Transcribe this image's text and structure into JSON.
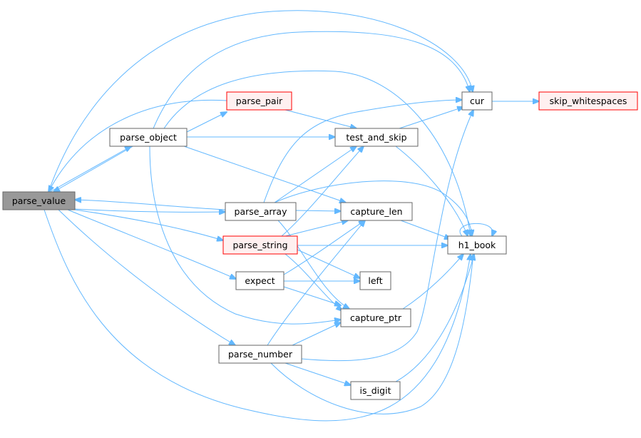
{
  "colors": {
    "edge": "#63b8ff",
    "node_border": "#666666",
    "node_fill": "#ffffff",
    "root_fill": "#999999",
    "highlight_border": "#ff0000",
    "highlight_fill": "#fff0f0"
  },
  "nodes": [
    {
      "id": "parse_value",
      "label": "parse_value",
      "style": "root"
    },
    {
      "id": "parse_object",
      "label": "parse_object",
      "style": "normal"
    },
    {
      "id": "parse_pair",
      "label": "parse_pair",
      "style": "highlight"
    },
    {
      "id": "parse_array",
      "label": "parse_array",
      "style": "normal"
    },
    {
      "id": "parse_string",
      "label": "parse_string",
      "style": "highlight"
    },
    {
      "id": "expect",
      "label": "expect",
      "style": "normal"
    },
    {
      "id": "parse_number",
      "label": "parse_number",
      "style": "normal"
    },
    {
      "id": "cur",
      "label": "cur",
      "style": "normal"
    },
    {
      "id": "skip_whitespaces",
      "label": "skip_whitespaces",
      "style": "highlight"
    },
    {
      "id": "test_and_skip",
      "label": "test_and_skip",
      "style": "normal"
    },
    {
      "id": "capture_len",
      "label": "capture_len",
      "style": "normal"
    },
    {
      "id": "h1_book",
      "label": "h1_book",
      "style": "normal"
    },
    {
      "id": "left",
      "label": "left",
      "style": "normal"
    },
    {
      "id": "capture_ptr",
      "label": "capture_ptr",
      "style": "normal"
    },
    {
      "id": "is_digit",
      "label": "is_digit",
      "style": "normal"
    }
  ],
  "edges": [
    {
      "from": "parse_value",
      "to": "parse_object"
    },
    {
      "from": "parse_value",
      "to": "parse_array"
    },
    {
      "from": "parse_value",
      "to": "parse_string"
    },
    {
      "from": "parse_value",
      "to": "expect"
    },
    {
      "from": "parse_value",
      "to": "parse_number"
    },
    {
      "from": "parse_value",
      "to": "cur"
    },
    {
      "from": "parse_value",
      "to": "h1_book"
    },
    {
      "from": "parse_object",
      "to": "parse_pair"
    },
    {
      "from": "parse_object",
      "to": "test_and_skip"
    },
    {
      "from": "parse_object",
      "to": "cur"
    },
    {
      "from": "parse_object",
      "to": "capture_len"
    },
    {
      "from": "parse_object",
      "to": "h1_book"
    },
    {
      "from": "parse_object",
      "to": "capture_ptr"
    },
    {
      "from": "parse_object",
      "to": "parse_value"
    },
    {
      "from": "parse_pair",
      "to": "parse_value"
    },
    {
      "from": "parse_pair",
      "to": "test_and_skip"
    },
    {
      "from": "parse_array",
      "to": "parse_value"
    },
    {
      "from": "parse_array",
      "to": "capture_len"
    },
    {
      "from": "parse_array",
      "to": "test_and_skip"
    },
    {
      "from": "parse_array",
      "to": "cur"
    },
    {
      "from": "parse_array",
      "to": "h1_book"
    },
    {
      "from": "parse_array",
      "to": "capture_ptr"
    },
    {
      "from": "parse_string",
      "to": "h1_book"
    },
    {
      "from": "parse_string",
      "to": "capture_len"
    },
    {
      "from": "parse_string",
      "to": "test_and_skip"
    },
    {
      "from": "parse_string",
      "to": "left"
    },
    {
      "from": "parse_string",
      "to": "capture_ptr"
    },
    {
      "from": "expect",
      "to": "left"
    },
    {
      "from": "expect",
      "to": "capture_len"
    },
    {
      "from": "expect",
      "to": "capture_ptr"
    },
    {
      "from": "parse_number",
      "to": "capture_ptr"
    },
    {
      "from": "parse_number",
      "to": "is_digit"
    },
    {
      "from": "parse_number",
      "to": "capture_len"
    },
    {
      "from": "parse_number",
      "to": "cur"
    },
    {
      "from": "parse_number",
      "to": "h1_book"
    },
    {
      "from": "cur",
      "to": "skip_whitespaces"
    },
    {
      "from": "test_and_skip",
      "to": "cur"
    },
    {
      "from": "test_and_skip",
      "to": "h1_book"
    },
    {
      "from": "capture_len",
      "to": "h1_book"
    },
    {
      "from": "capture_ptr",
      "to": "h1_book"
    },
    {
      "from": "is_digit",
      "to": "h1_book"
    },
    {
      "from": "h1_book",
      "to": "h1_book"
    }
  ]
}
